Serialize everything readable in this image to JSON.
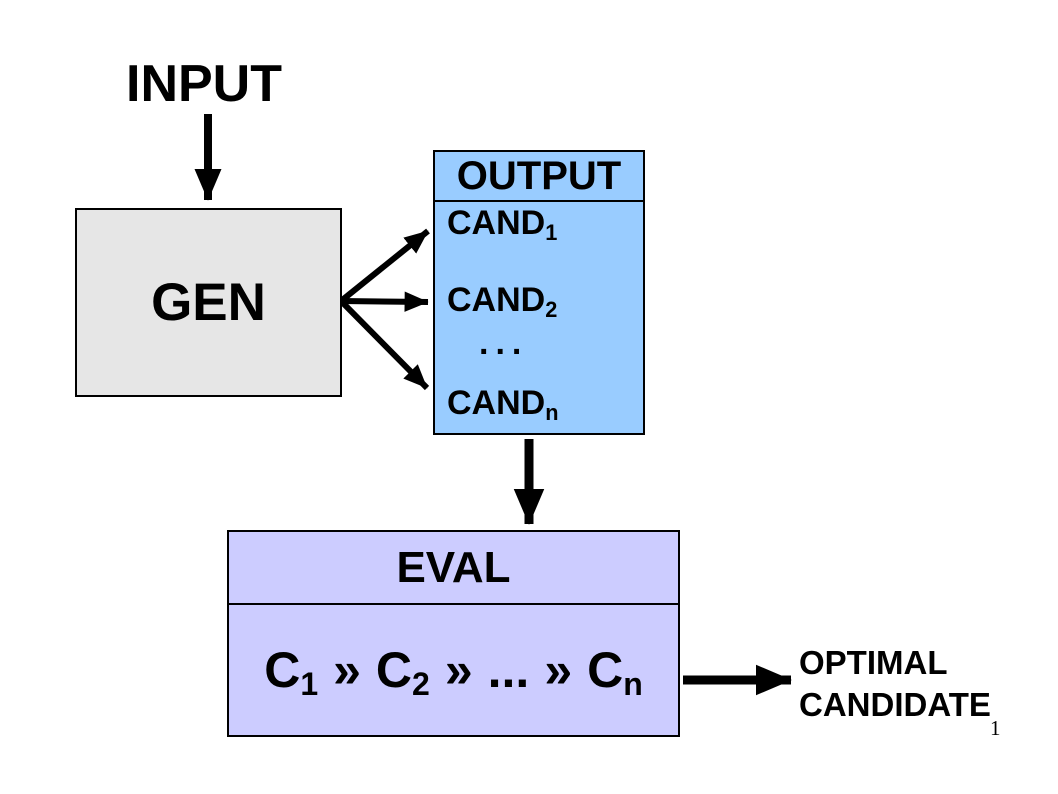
{
  "colors": {
    "background": "#ffffff",
    "gen_fill": "#e6e6e6",
    "output_fill": "#99ccff",
    "eval_fill": "#ccccff",
    "border": "#000000",
    "arrow": "#000000",
    "text": "#000000"
  },
  "input_label": "INPUT",
  "gen_box": {
    "label": "GEN"
  },
  "output_box": {
    "title": "OUTPUT",
    "cand1": {
      "base": "CAND",
      "sub": "1"
    },
    "cand2": {
      "base": "CAND",
      "sub": "2"
    },
    "ellipsis": "...",
    "candn": {
      "base": "CAND",
      "sub": "n"
    }
  },
  "eval_box": {
    "title": "EVAL",
    "ranking": {
      "c1_base": "C",
      "c1_sub": "1",
      "sep1": "»",
      "c2_base": "C",
      "c2_sub": "2",
      "sep2": "»",
      "dots": "...",
      "sep3": "»",
      "cn_base": "C",
      "cn_sub": "n"
    }
  },
  "optimal_label": {
    "line1": "OPTIMAL",
    "line2": "CANDIDATE"
  },
  "page_number": "1"
}
